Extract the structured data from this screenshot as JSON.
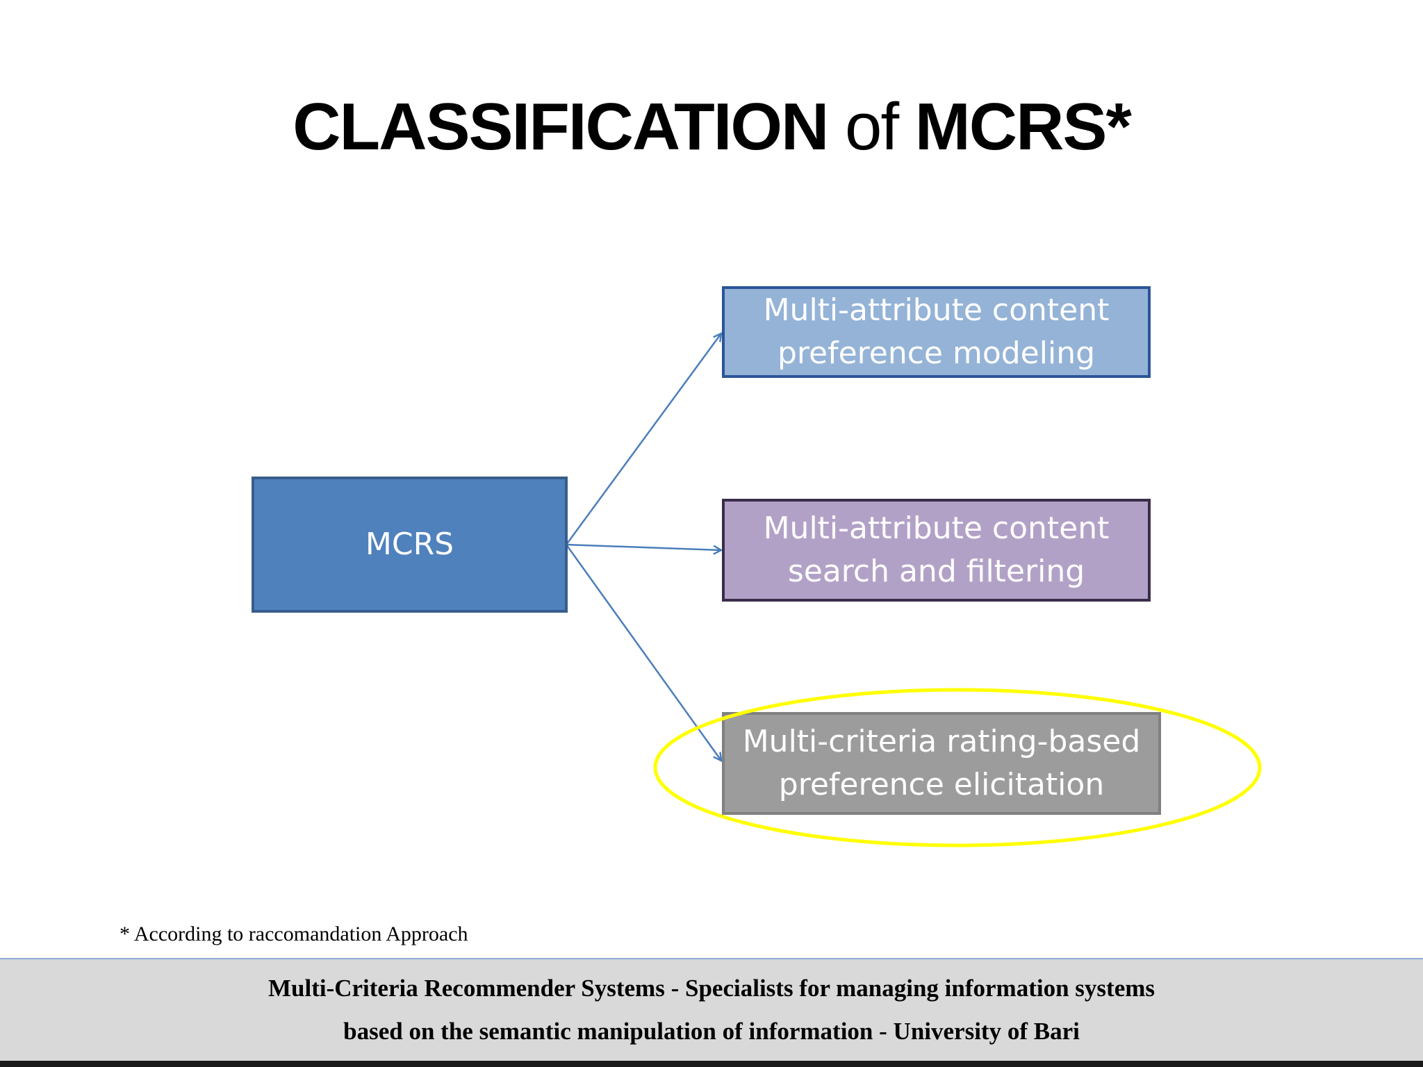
{
  "slide": {
    "title_main": "CLASSIFICATION",
    "title_of": "of",
    "title_end": "MCRS*"
  },
  "diagram": {
    "root": "MCRS",
    "branches": [
      {
        "line1": "Multi-attribute content",
        "line2": "preference modeling"
      },
      {
        "line1": "Multi-attribute content",
        "line2": "search and filtering"
      },
      {
        "line1": "Multi-criteria rating-based",
        "line2": "preference elicitation"
      }
    ],
    "highlight_color": "#ffff00"
  },
  "footnote": "* According to raccomandation Approach",
  "footer": {
    "line1": "Multi-Criteria Recommender Systems - Specialists for managing information systems",
    "line2": "based on the semantic manipulation of information - University of Bari"
  }
}
